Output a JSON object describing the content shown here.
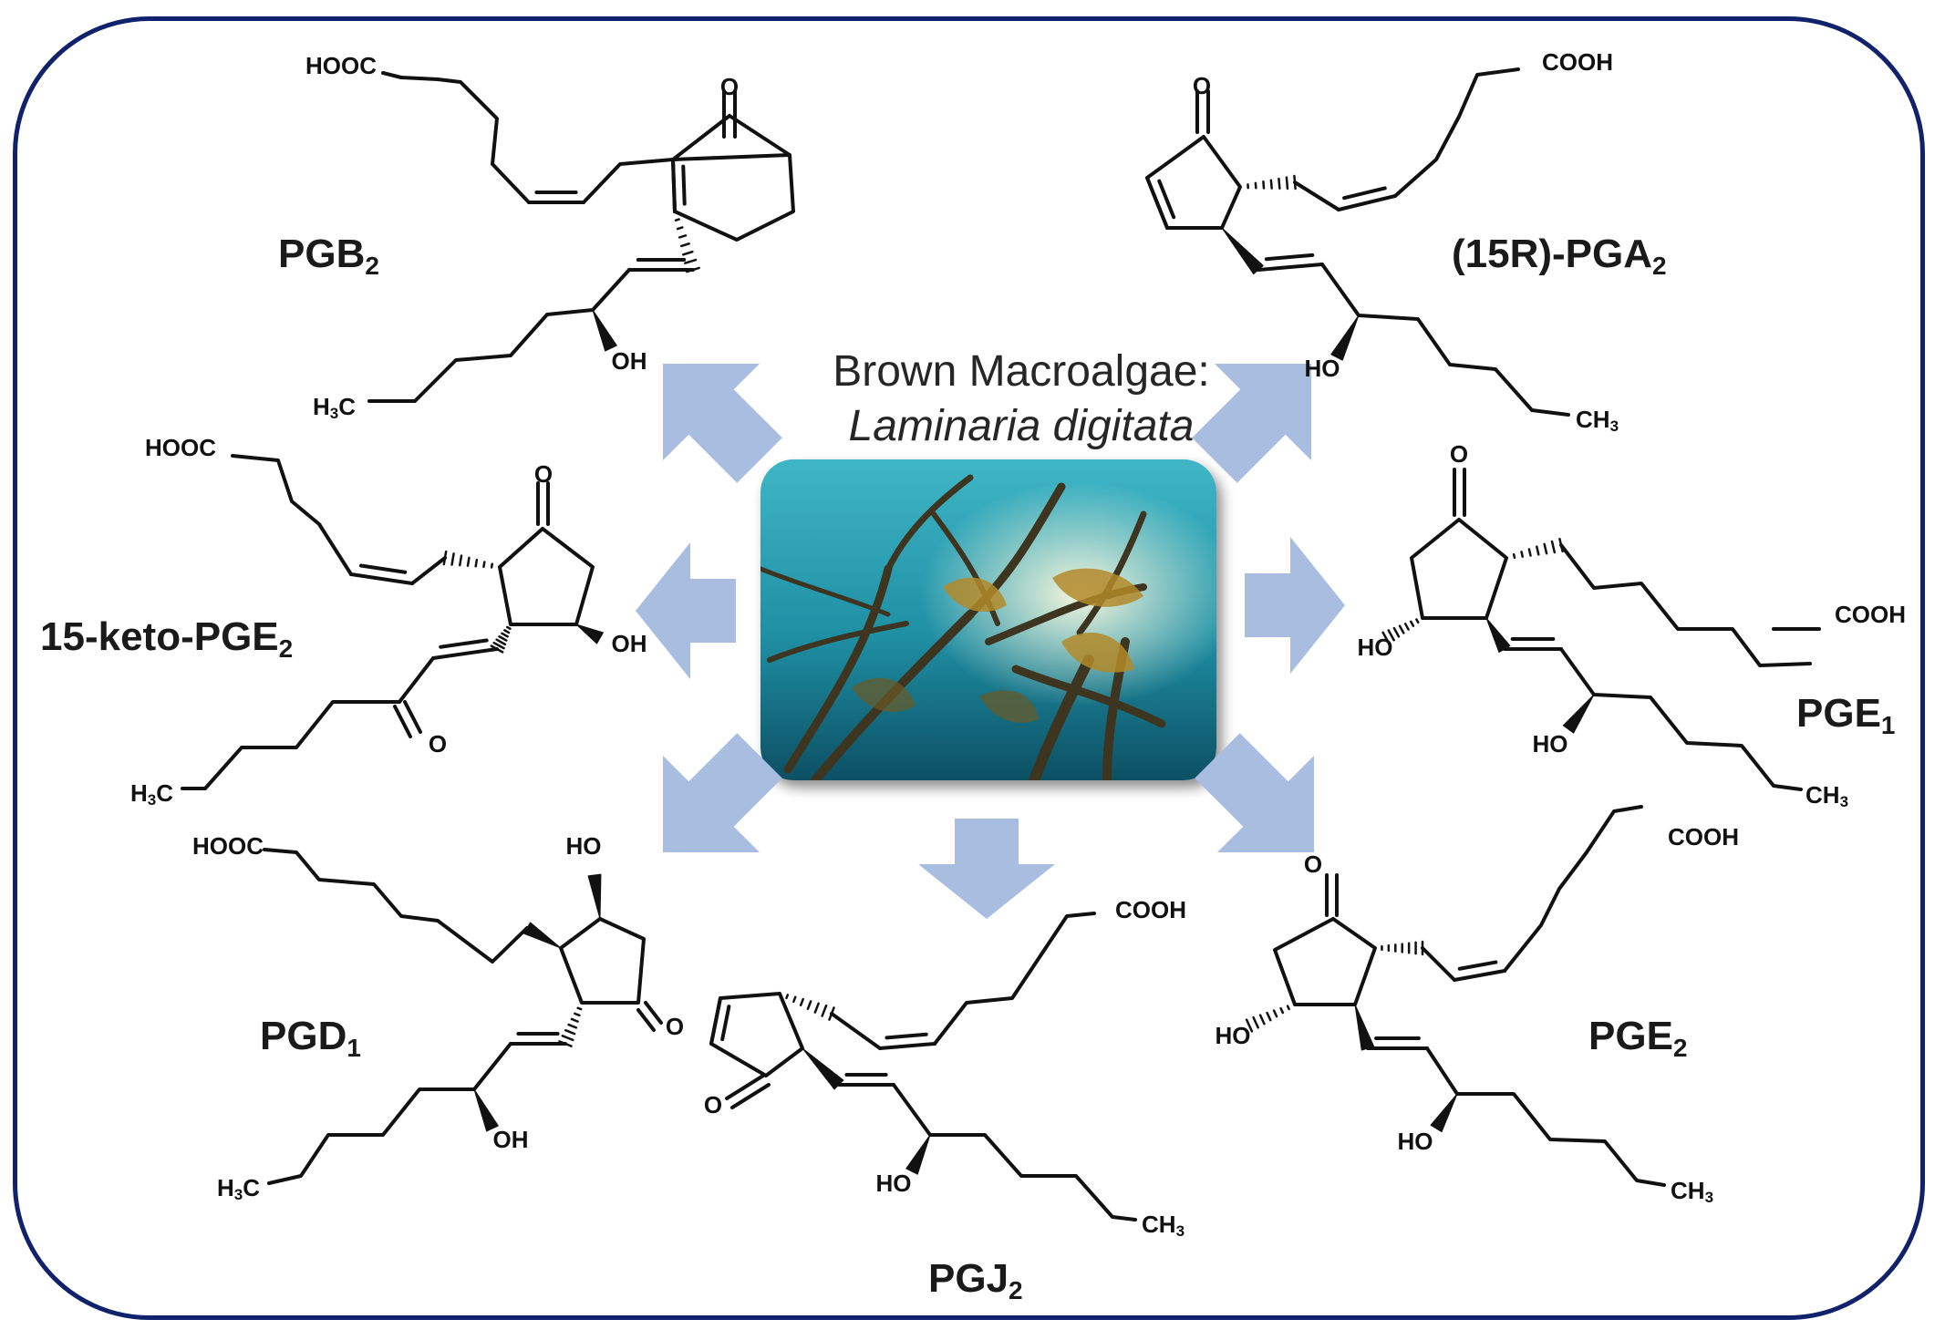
{
  "source": {
    "line1": "Brown Macroalgae:",
    "line2": "Laminaria digitata"
  },
  "compounds": [
    {
      "id": "pgb2",
      "name": "PGB",
      "sub": "2"
    },
    {
      "id": "pga2",
      "name": "(15R)-PGA",
      "sub": "2"
    },
    {
      "id": "ketopge2",
      "name": "15-keto-PGE",
      "sub": "2"
    },
    {
      "id": "pge1",
      "name": "PGE",
      "sub": "1"
    },
    {
      "id": "pgd1",
      "name": "PGD",
      "sub": "1"
    },
    {
      "id": "pgj2",
      "name": "PGJ",
      "sub": "2"
    },
    {
      "id": "pge2",
      "name": "PGE",
      "sub": "2"
    }
  ],
  "atoms": {
    "cooh": "COOH",
    "hooc": "HOOC",
    "oh": "OH",
    "ho": "HO",
    "o": "O",
    "ch3": "CH",
    "ch3_sub": "3",
    "h3c_h": "H",
    "h3c_sub": "3",
    "h3c_c": "C"
  },
  "colors": {
    "frame": "#10226b",
    "arrow": "#a8bde0",
    "bond": "#111111"
  }
}
